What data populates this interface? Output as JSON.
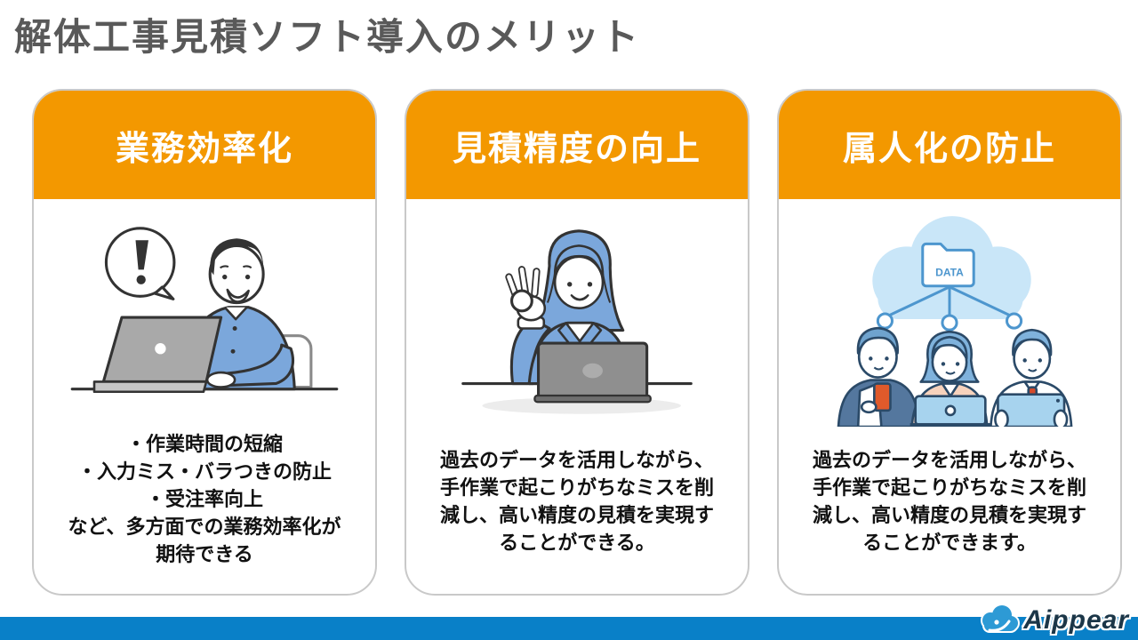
{
  "page": {
    "title": "解体工事見積ソフト導入のメリット"
  },
  "cards": [
    {
      "header": "業務効率化",
      "illustration": "man-typing-on-laptop-with-exclamation-bubble",
      "body_lines": {
        "l1": "・作業時間の短縮",
        "l2": "・入力ミス・バラつきの防止",
        "l3": "・受注率向上",
        "l4": "など、多方面での業務効率化が",
        "l5": "期待できる"
      }
    },
    {
      "header": "見積精度の向上",
      "illustration": "woman-making-ok-sign-at-laptop",
      "body_lines": {
        "l1": "過去のデータを活用しながら、",
        "l2": "手作業で起こりがちなミスを削",
        "l3": "減し、高い精度の見積を実現す",
        "l4": "ることができる。"
      }
    },
    {
      "header": "属人化の防止",
      "illustration": "cloud-data-folder-shared-by-three-workers",
      "illustration_label": "DATA",
      "body_lines": {
        "l1": "過去のデータを活用しながら、",
        "l2": "手作業で起こりがちなミスを削",
        "l3": "減し、高い精度の見積を実現す",
        "l4": "ることができます。"
      }
    }
  ],
  "footer": {
    "logo_text": "Aippear"
  },
  "colors": {
    "accent_orange": "#F39800",
    "footer_blue": "#0980C8",
    "title_gray": "#595959",
    "card_border": "#C9C9C9",
    "illustration_blue": "#7BA7DB",
    "cloud_light_blue": "#C9E6F8",
    "logo_blue": "#2D9AD5"
  }
}
